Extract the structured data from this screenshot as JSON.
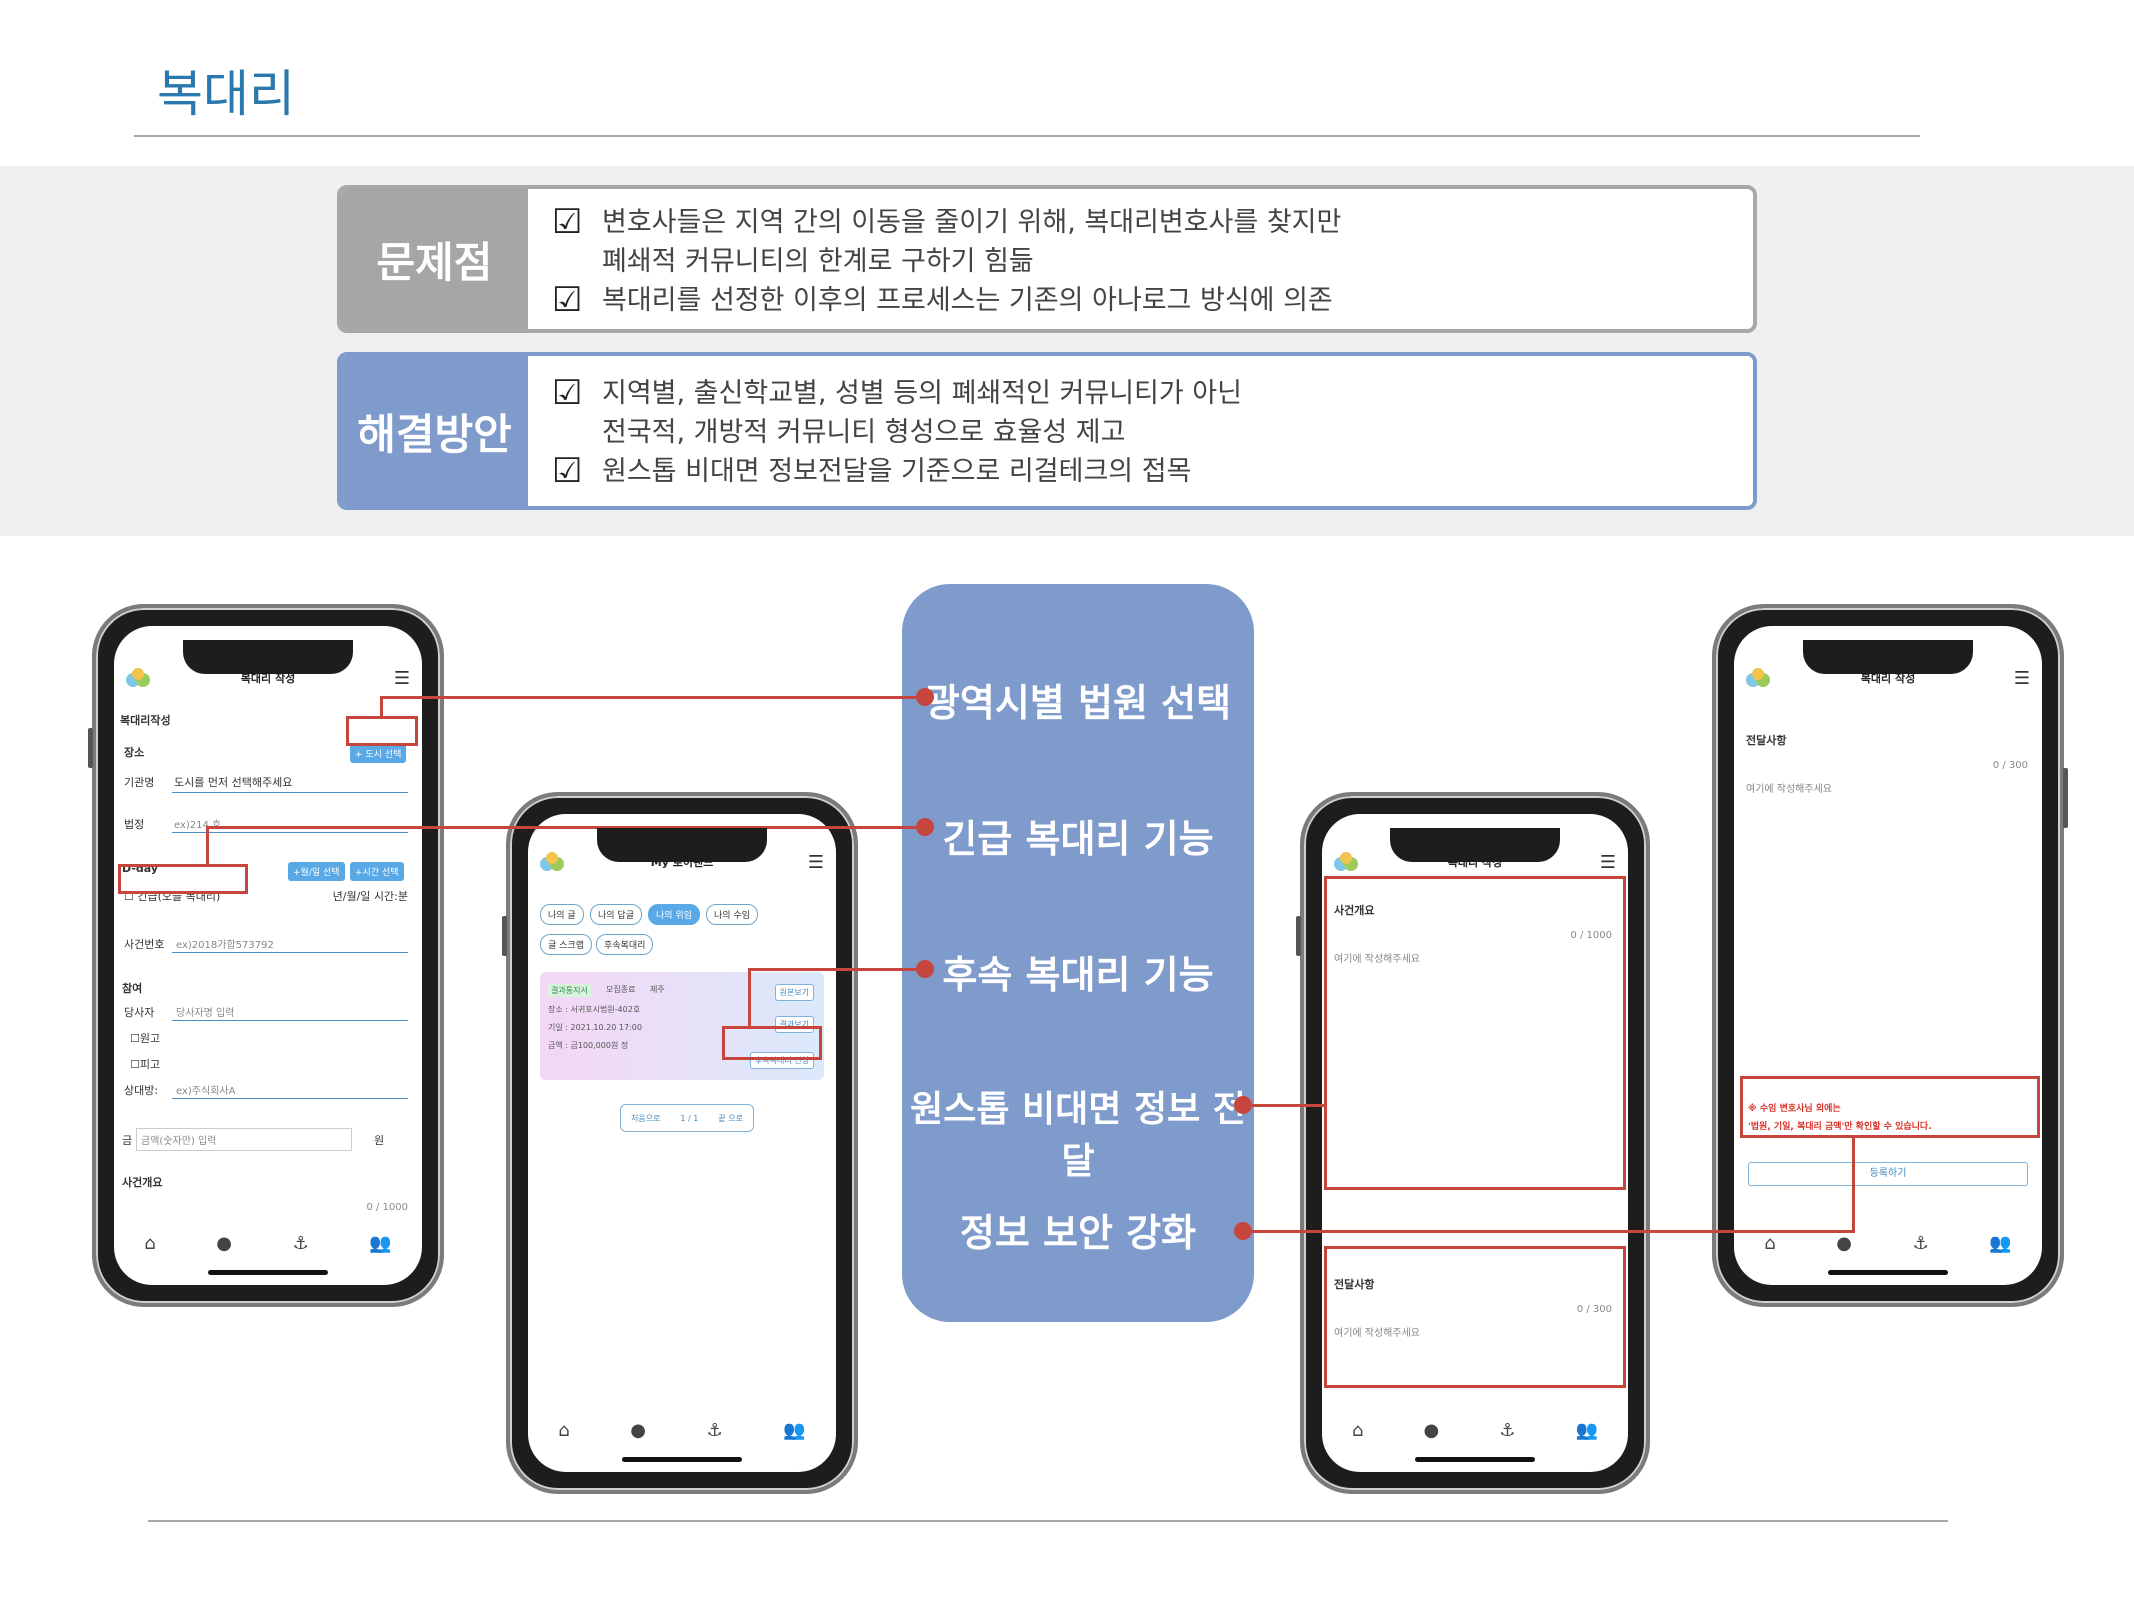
{
  "page": {
    "title": "복대리"
  },
  "problem": {
    "label": "문제점",
    "lines": [
      {
        "check": "☑",
        "text": "변호사들은 지역 간의 이동을 줄이기 위해, 복대리변호사를 찾지만"
      },
      {
        "check": "",
        "text": "폐쇄적 커뮤니티의 한계로 구하기 힘듦"
      },
      {
        "check": "☑",
        "text": "복대리를 선정한 이후의 프로세스는 기존의 아나로그 방식에 의존"
      }
    ]
  },
  "solution": {
    "label": "해결방안",
    "lines": [
      {
        "check": "☑",
        "text": "지역별, 출신학교별, 성별 등의 폐쇄적인 커뮤니티가 아닌"
      },
      {
        "check": "",
        "text": "전국적, 개방적 커뮤니티 형성으로 효율성 제고"
      },
      {
        "check": "☑",
        "text": "원스톱 비대면 정보전달을 기준으로 리걸테크의 접목"
      }
    ]
  },
  "features": [
    "광역시별 법원 선택",
    "긴급 복대리 기능",
    "후속 복대리 기능",
    "원스톱 비대면 정보 전달",
    "정보 보안 강화"
  ],
  "phone1": {
    "header": "복대리 작성",
    "section": "복대리작성",
    "place_label": "장소",
    "city_button": "+ 도시 선택",
    "agency_label": "기관명",
    "agency_hint": "도시를 먼저 선택해주세요",
    "court_label": "법정",
    "court_placeholder": "ex)214 호",
    "dday_label": "D-day",
    "date_button": "+월/일 선택",
    "time_button": "+시간 선택",
    "urgent": "긴급(오늘 복대리)",
    "date_format": "년/월/일 시간:분",
    "case_label": "사건번호",
    "case_placeholder": "ex)2018가합573792",
    "party_section": "참여",
    "party_label": "당사자",
    "party_placeholder": "당사자명 입력",
    "plaintiff": "원고",
    "defendant": "피고",
    "opponent_label": "상대방:",
    "opponent_placeholder": "ex)주식회사A",
    "amount_label": "금",
    "amount_placeholder": "금액(숫자만) 입력",
    "amount_unit": "원",
    "summary_label": "사건개요",
    "summary_count": "0 / 1000"
  },
  "phone2": {
    "header": "My 로이랜드",
    "tabs": [
      "나의 글",
      "나의 답글",
      "나의 위임",
      "나의 수임"
    ],
    "tabs2": [
      "글 스크랩",
      "후속복대리"
    ],
    "card": {
      "badge": "결과통지서",
      "status": "모집종료",
      "region": "제주",
      "place": "장소 : 서귀포시법원-402호",
      "date": "기일 : 2021.10.20 17:00",
      "amount": "금액 : 금100,000원 정",
      "btn_original": "원본보기",
      "btn_result": "결과보기",
      "btn_follow": "후속복대리 신청"
    },
    "pager": {
      "first": "처음으로",
      "page": "1 / 1",
      "last": "끝 으로"
    }
  },
  "phone3": {
    "header": "복대리 작성",
    "summary_label": "사건개요",
    "summary_count": "0 / 1000",
    "summary_placeholder": "여기에 작성해주세요",
    "notes_label": "전달사항",
    "notes_count": "0 / 300",
    "notes_placeholder": "여기에 작성해주세요"
  },
  "phone4": {
    "header": "복대리 작성",
    "notes_label": "전달사항",
    "notes_count": "0 / 300",
    "notes_placeholder": "여기에 작성해주세요",
    "notice_line1": "※ 수임 변호사님 외에는",
    "notice_line2": "'법원, 기일, 복대리 금액'만 확인할 수 있습니다.",
    "register_button": "등록하기"
  },
  "icons": [
    "home-icon",
    "chat-icon",
    "anchor-icon",
    "people-icon"
  ],
  "colors": {
    "accent": "#7f9bcc",
    "highlight": "#c6463d",
    "title": "#2a78ad"
  }
}
